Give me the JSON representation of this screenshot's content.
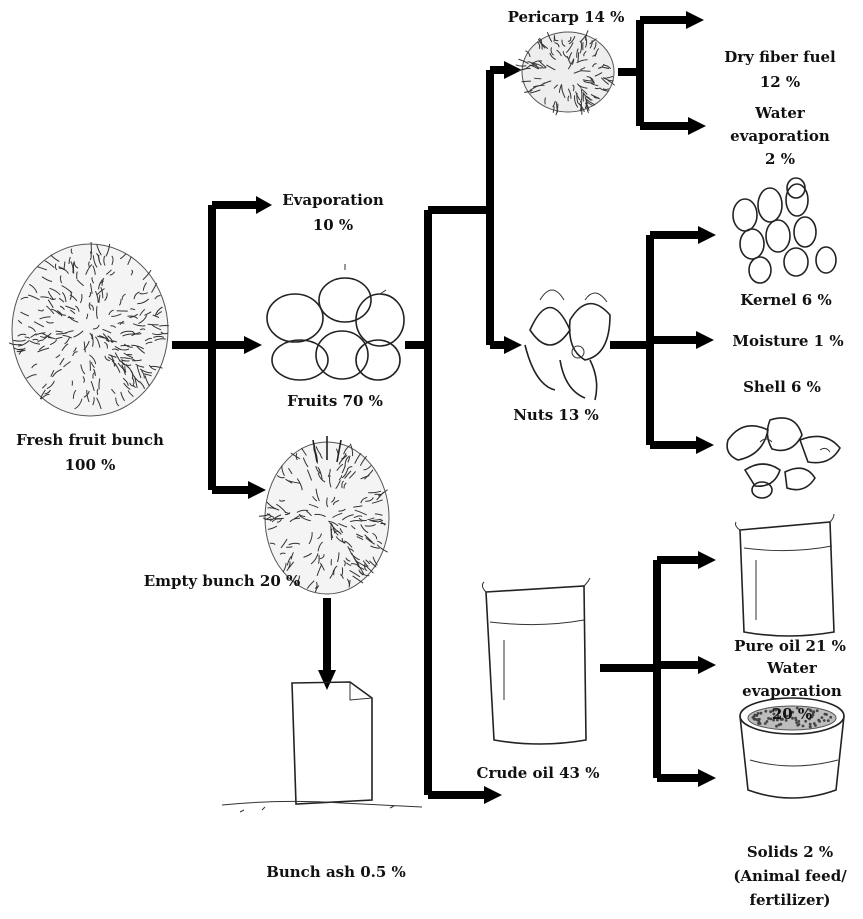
{
  "nodes": {
    "ffb": {
      "label": "Fresh fruit bunch",
      "pct": "100 %"
    },
    "evaporation": {
      "label": "Evaporation",
      "pct": "10 %"
    },
    "fruits": {
      "label": "Fruits 70 %"
    },
    "empty_bunch": {
      "label": "Empty bunch 20 %"
    },
    "bunch_ash": {
      "label": "Bunch ash 0.5 %"
    },
    "pericarp": {
      "label": "Pericarp 14 %"
    },
    "dry_fiber": {
      "label": "Dry fiber fuel",
      "pct": "12 %"
    },
    "water_evap_1": {
      "label1": "Water",
      "label2": "evaporation",
      "pct": "2 %"
    },
    "nuts": {
      "label": "Nuts 13 %"
    },
    "kernel": {
      "label": "Kernel 6 %"
    },
    "moisture": {
      "label": "Moisture 1 %"
    },
    "shell": {
      "label": "Shell 6 %"
    },
    "crude_oil": {
      "label": "Crude oil 43 %"
    },
    "pure_oil": {
      "label": "Pure oil 21 %"
    },
    "water_evap_2": {
      "label1": "Water",
      "label2": "evaporation",
      "pct": "20 %"
    },
    "solids": {
      "label": "Solids 2 %",
      "note1": "(Animal feed/",
      "note2": "fertilizer)"
    }
  },
  "icons": [
    "fruit-bunch-icon",
    "fruits-icon",
    "empty-bunch-icon",
    "ash-bag-icon",
    "pericarp-icon",
    "nuts-icon",
    "kernel-icon",
    "shell-icon",
    "beaker-icon",
    "solids-container-icon"
  ],
  "colors": {
    "arrow": "#000000",
    "text": "#111111",
    "background": "#ffffff"
  }
}
